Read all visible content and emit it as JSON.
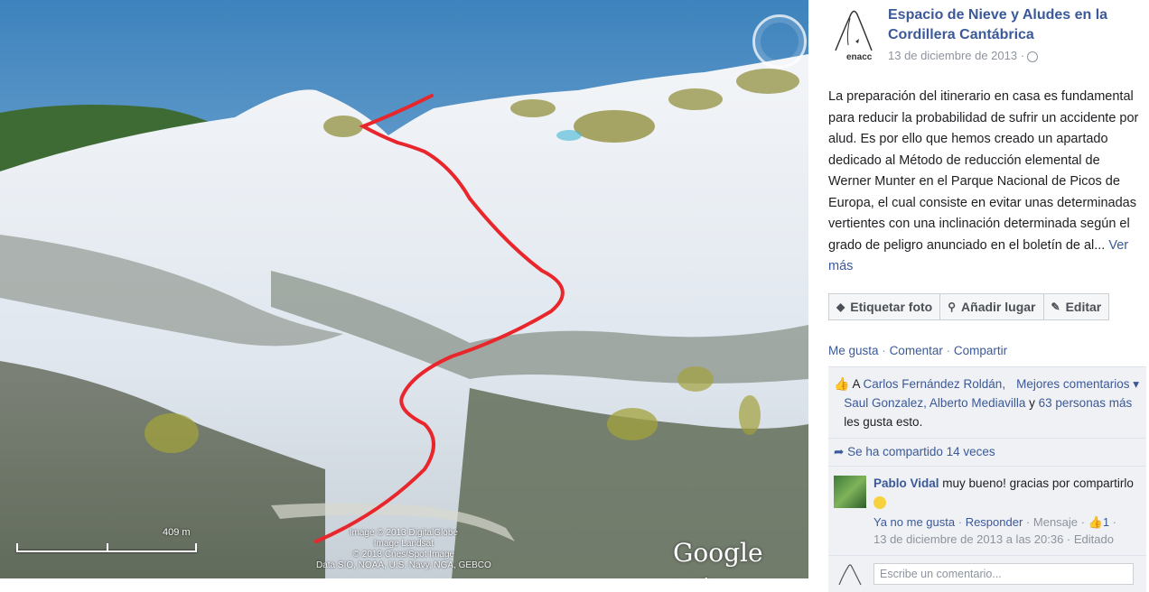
{
  "photo": {
    "scale_label": "409 m",
    "credits": [
      "Image © 2013 DigitalGlobe",
      "Image Landsat",
      "© 2013 Cnes/Spot Image",
      "Data SIO, NOAA, U.S. Navy, NGA, GEBCO"
    ],
    "brand_main": "Google",
    "brand_sub": "earth",
    "route_color": "#e8262b"
  },
  "post": {
    "page_name": "Espacio de Nieve y Aludes en la Cordillera Cantábrica",
    "logo_text": "enacc",
    "date": "13 de diciembre de 2013 ·",
    "body": "La preparación del itinerario en casa es fundamental para reducir la probabilidad de sufrir un accidente por alud. Es por ello que hemos creado un apartado dedicado al Método de reducción elemental de Werner Munter en el Parque Nacional de Picos de Europa, el cual consiste en evitar unas determinadas vertientes con una inclinación determinada según el grado de peligro anunciado en el boletín de al...",
    "see_more": "Ver más"
  },
  "buttons": {
    "tag": "Etiquetar foto",
    "place": "Añadir lugar",
    "edit": "Editar"
  },
  "actions": {
    "like": "Me gusta",
    "comment": "Comentar",
    "share": "Compartir"
  },
  "likes": {
    "prefix": "A",
    "names1": "Carlos Fernández Roldán,",
    "names2": "Saul Gonzalez, Alberto Mediavilla",
    "and": "y",
    "others": "63 personas más",
    "suffix": "les gusta esto.",
    "best_comments": "Mejores comentarios ▾"
  },
  "shares": {
    "text": "Se ha compartido 14 veces"
  },
  "comment": {
    "author": "Pablo Vidal",
    "text": "muy bueno! gracias por compartirlo",
    "unlike": "Ya no me gusta",
    "reply": "Responder",
    "message": "Mensaje",
    "like_count": "1",
    "timestamp": "13 de diciembre de 2013 a las 20:36 · Editado"
  },
  "write": {
    "placeholder": "Escribe un comentario..."
  },
  "colors": {
    "fb_blue": "#3b5998"
  }
}
